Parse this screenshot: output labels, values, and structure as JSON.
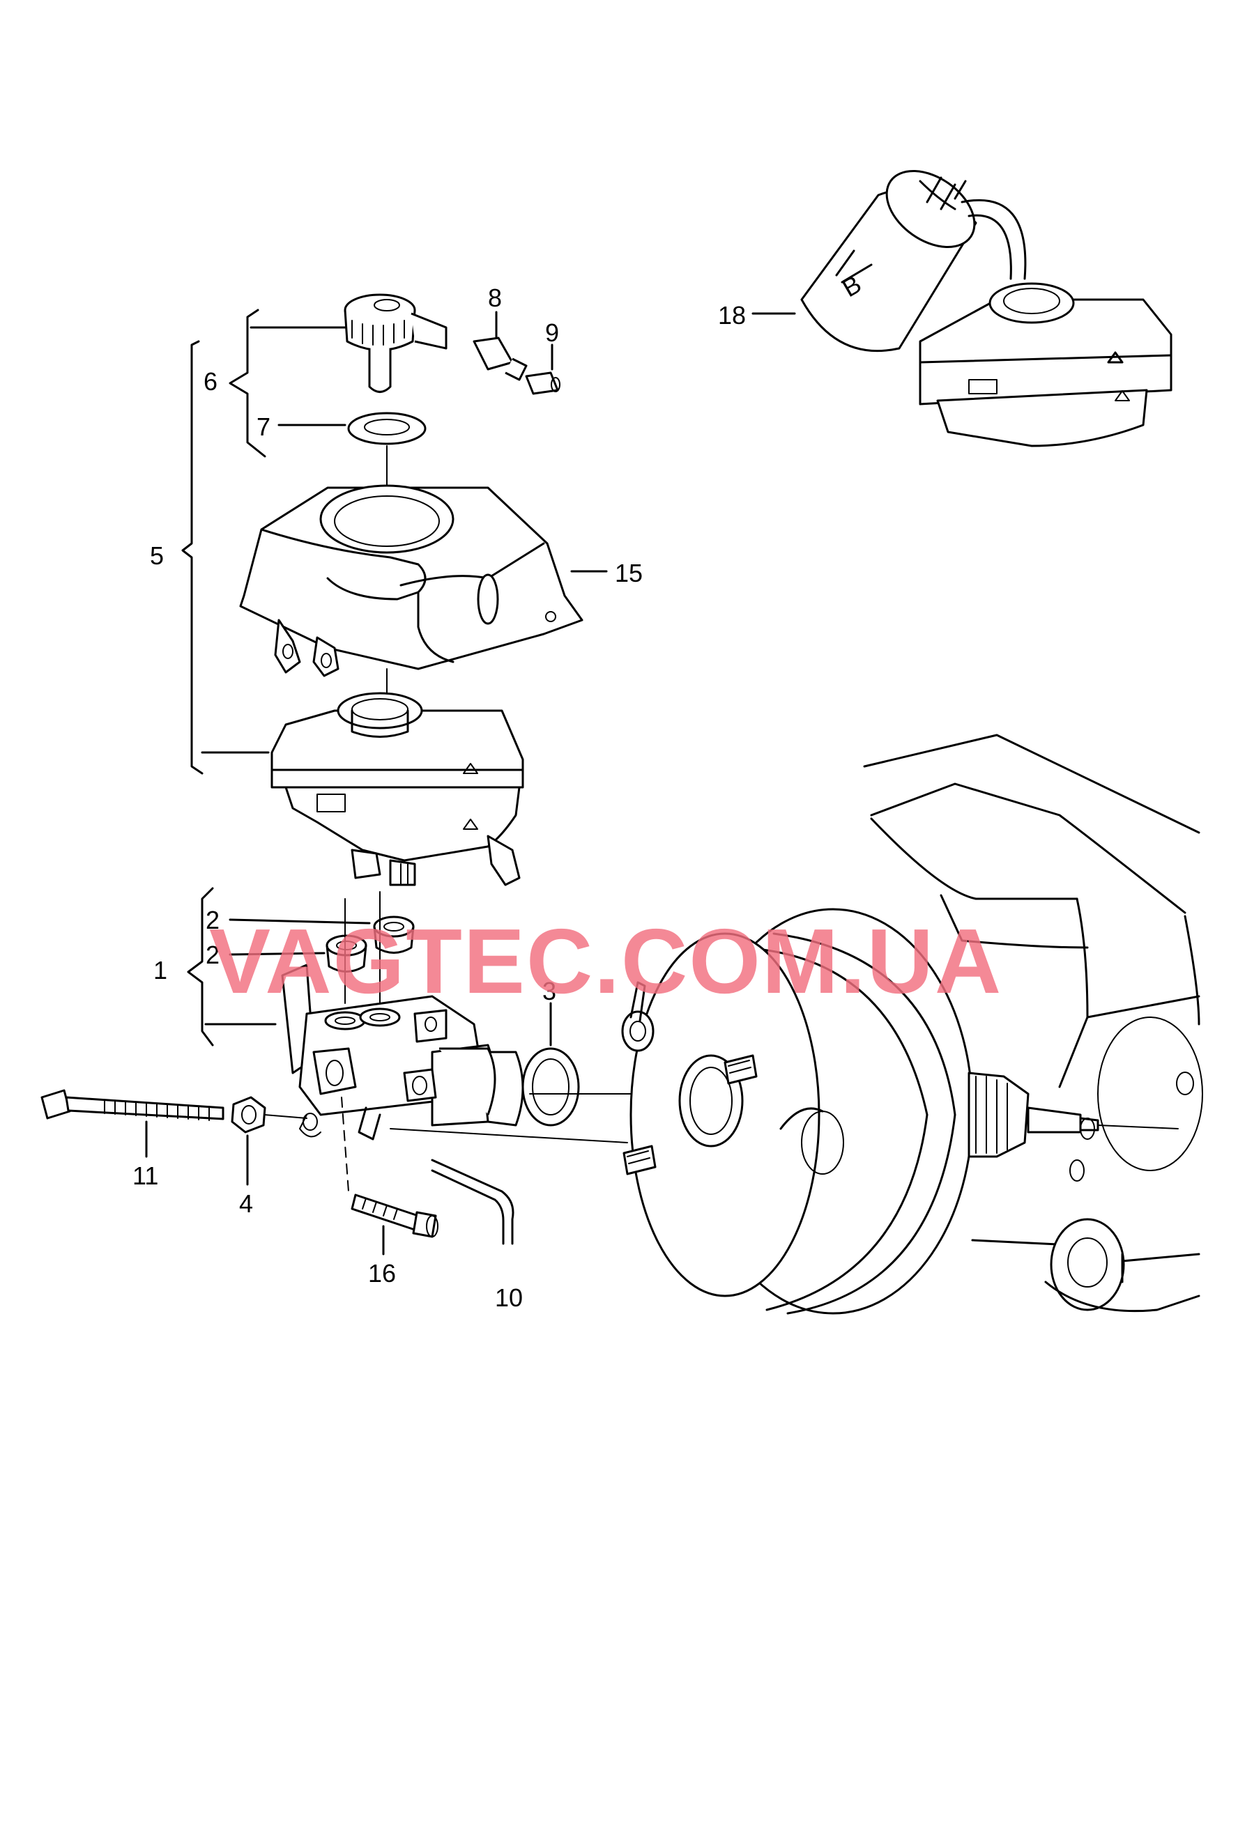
{
  "watermark": "VAGTEC.COM.UA",
  "callouts": {
    "c1": "1",
    "c2a": "2",
    "c2b": "2",
    "c3": "3",
    "c4": "4",
    "c5": "5",
    "c6": "6",
    "c7": "7",
    "c8": "8",
    "c9": "9",
    "c10": "10",
    "c11": "11",
    "c15": "15",
    "c16": "16",
    "c18": "18"
  },
  "bottle_letter": "B"
}
